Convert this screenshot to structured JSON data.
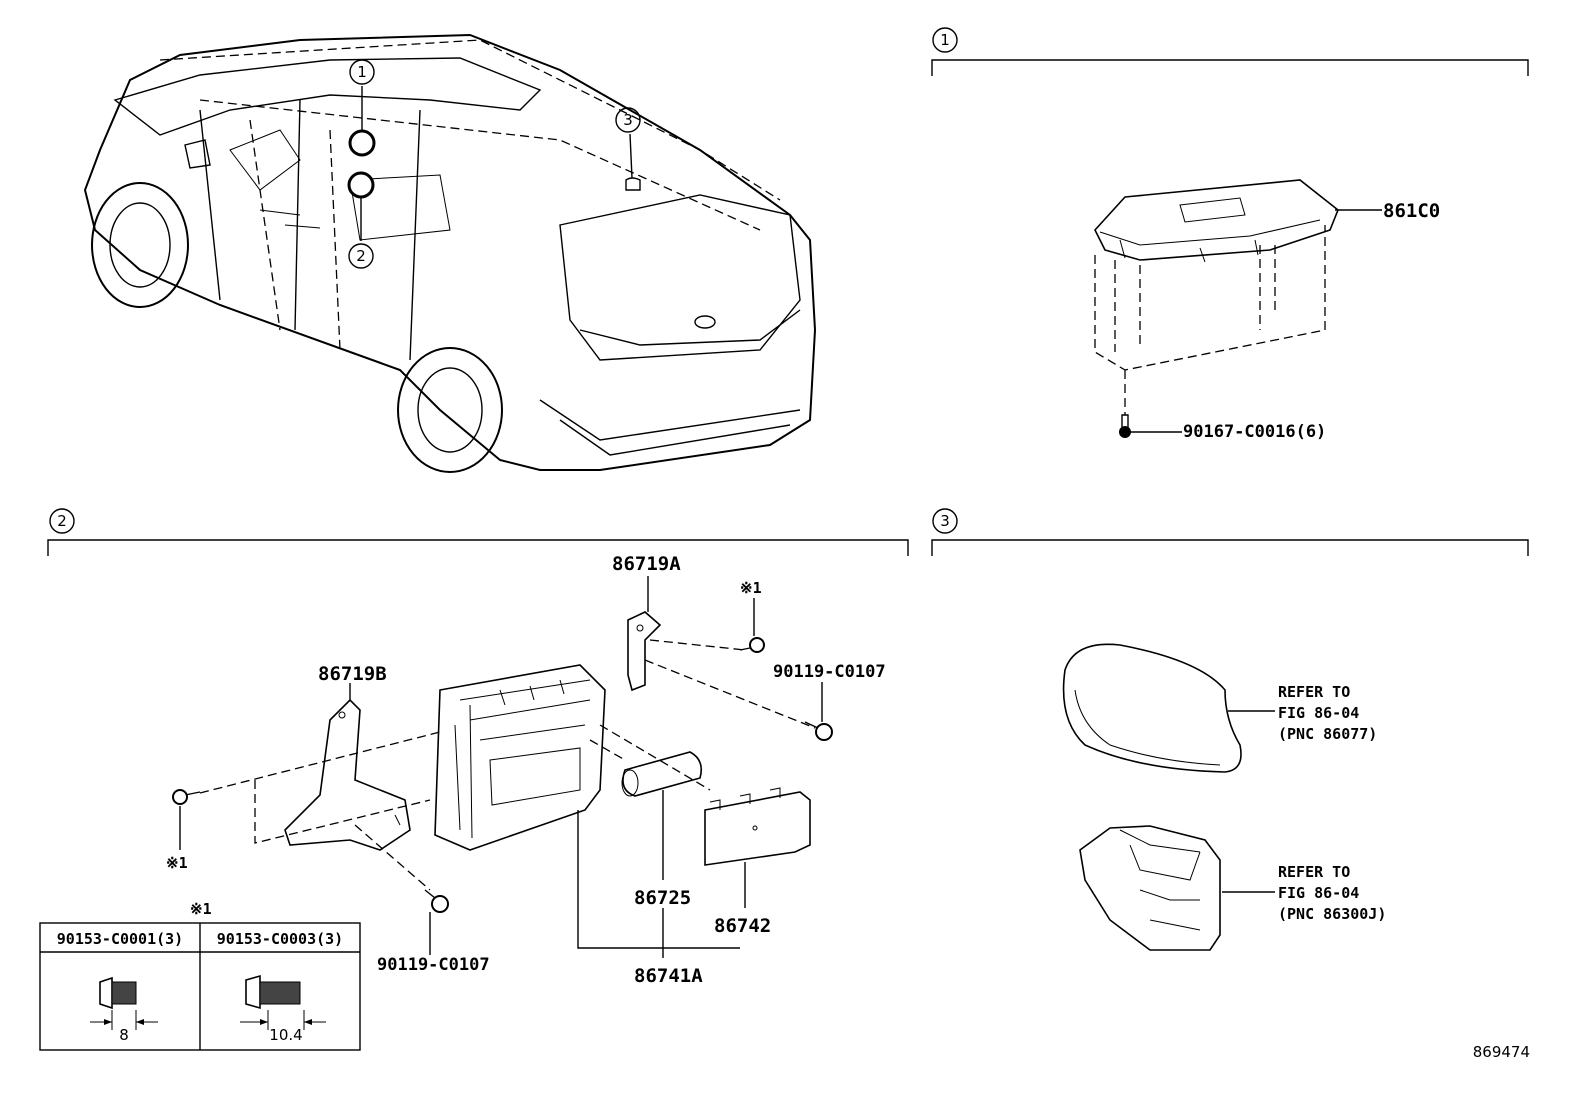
{
  "figure_id": "869474",
  "sections": [
    {
      "marker": "1",
      "parts": [
        "861C0",
        "90167-C0016(6)"
      ]
    },
    {
      "marker": "2",
      "parts": [
        "86719A",
        "86719B",
        "90119-C0107",
        "86725",
        "86742",
        "86741A"
      ]
    },
    {
      "marker": "3",
      "refs": [
        "REFER TO\nFIG 86-04\n(PNC 86077)",
        "REFER TO\nFIG 86-04\n(PNC 86300J)"
      ]
    }
  ],
  "vehicle_callouts": [
    "1",
    "2",
    "3"
  ],
  "labels": {
    "p861c0": "861C0",
    "p90167": "90167-C0016(6)",
    "p86719a": "86719A",
    "p86719b": "86719B",
    "p90119_a": "90119-C0107",
    "p90119_b": "90119-C0107",
    "p86725": "86725",
    "p86742": "86742",
    "p86741a": "86741A",
    "note_mark": "※1",
    "ref1_line1": "REFER TO",
    "ref1_line2": "FIG 86-04",
    "ref1_line3": "(PNC 86077)",
    "ref2_line1": "REFER TO",
    "ref2_line2": "FIG 86-04",
    "ref2_line3": "(PNC 86300J)"
  },
  "bolt_table": {
    "title": "※1",
    "columns": [
      {
        "part": "90153-C0001(3)",
        "dimension": "8"
      },
      {
        "part": "90153-C0003(3)",
        "dimension": "10.4"
      }
    ]
  }
}
